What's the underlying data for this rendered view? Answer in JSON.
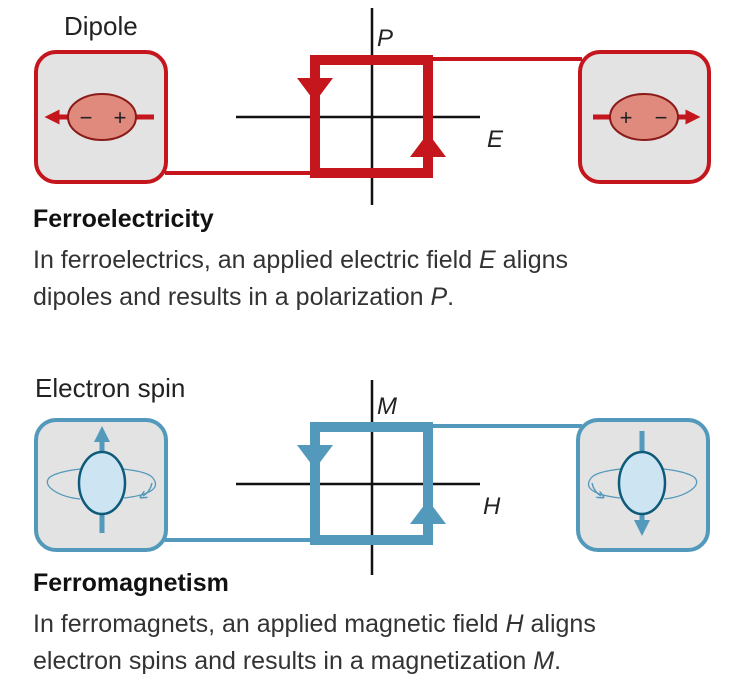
{
  "colors": {
    "ferroelectric": "#c4161c",
    "ferromagnetic": "#5299bb",
    "box_fill": "#e3e3e3",
    "dipole_fill": "#e08a7d",
    "spin_fill": "#cde5f2"
  },
  "ferroelectricity": {
    "box_label": "Dipole",
    "left_dipole": {
      "minus": "−",
      "plus": "+"
    },
    "right_dipole": {
      "plus": "+",
      "minus": "−"
    },
    "y_axis_label": "P",
    "x_axis_label": "E",
    "heading": "Ferroelectricity",
    "line1_pre": "In ferroelectrics, an applied electric field ",
    "line1_var": "E",
    "line1_post": " aligns",
    "line2_pre": "dipoles and results in a polarization ",
    "line2_var": "P",
    "line2_post": "."
  },
  "ferromagnetism": {
    "box_label": "Electron spin",
    "y_axis_label": "M",
    "x_axis_label": "H",
    "heading": "Ferromagnetism",
    "line1_pre": "In ferromagnets, an applied magnetic field ",
    "line1_var": "H",
    "line1_post": " aligns",
    "line2_pre": "electron spins and results in a magnetization ",
    "line2_var": "M",
    "line2_post": "."
  }
}
